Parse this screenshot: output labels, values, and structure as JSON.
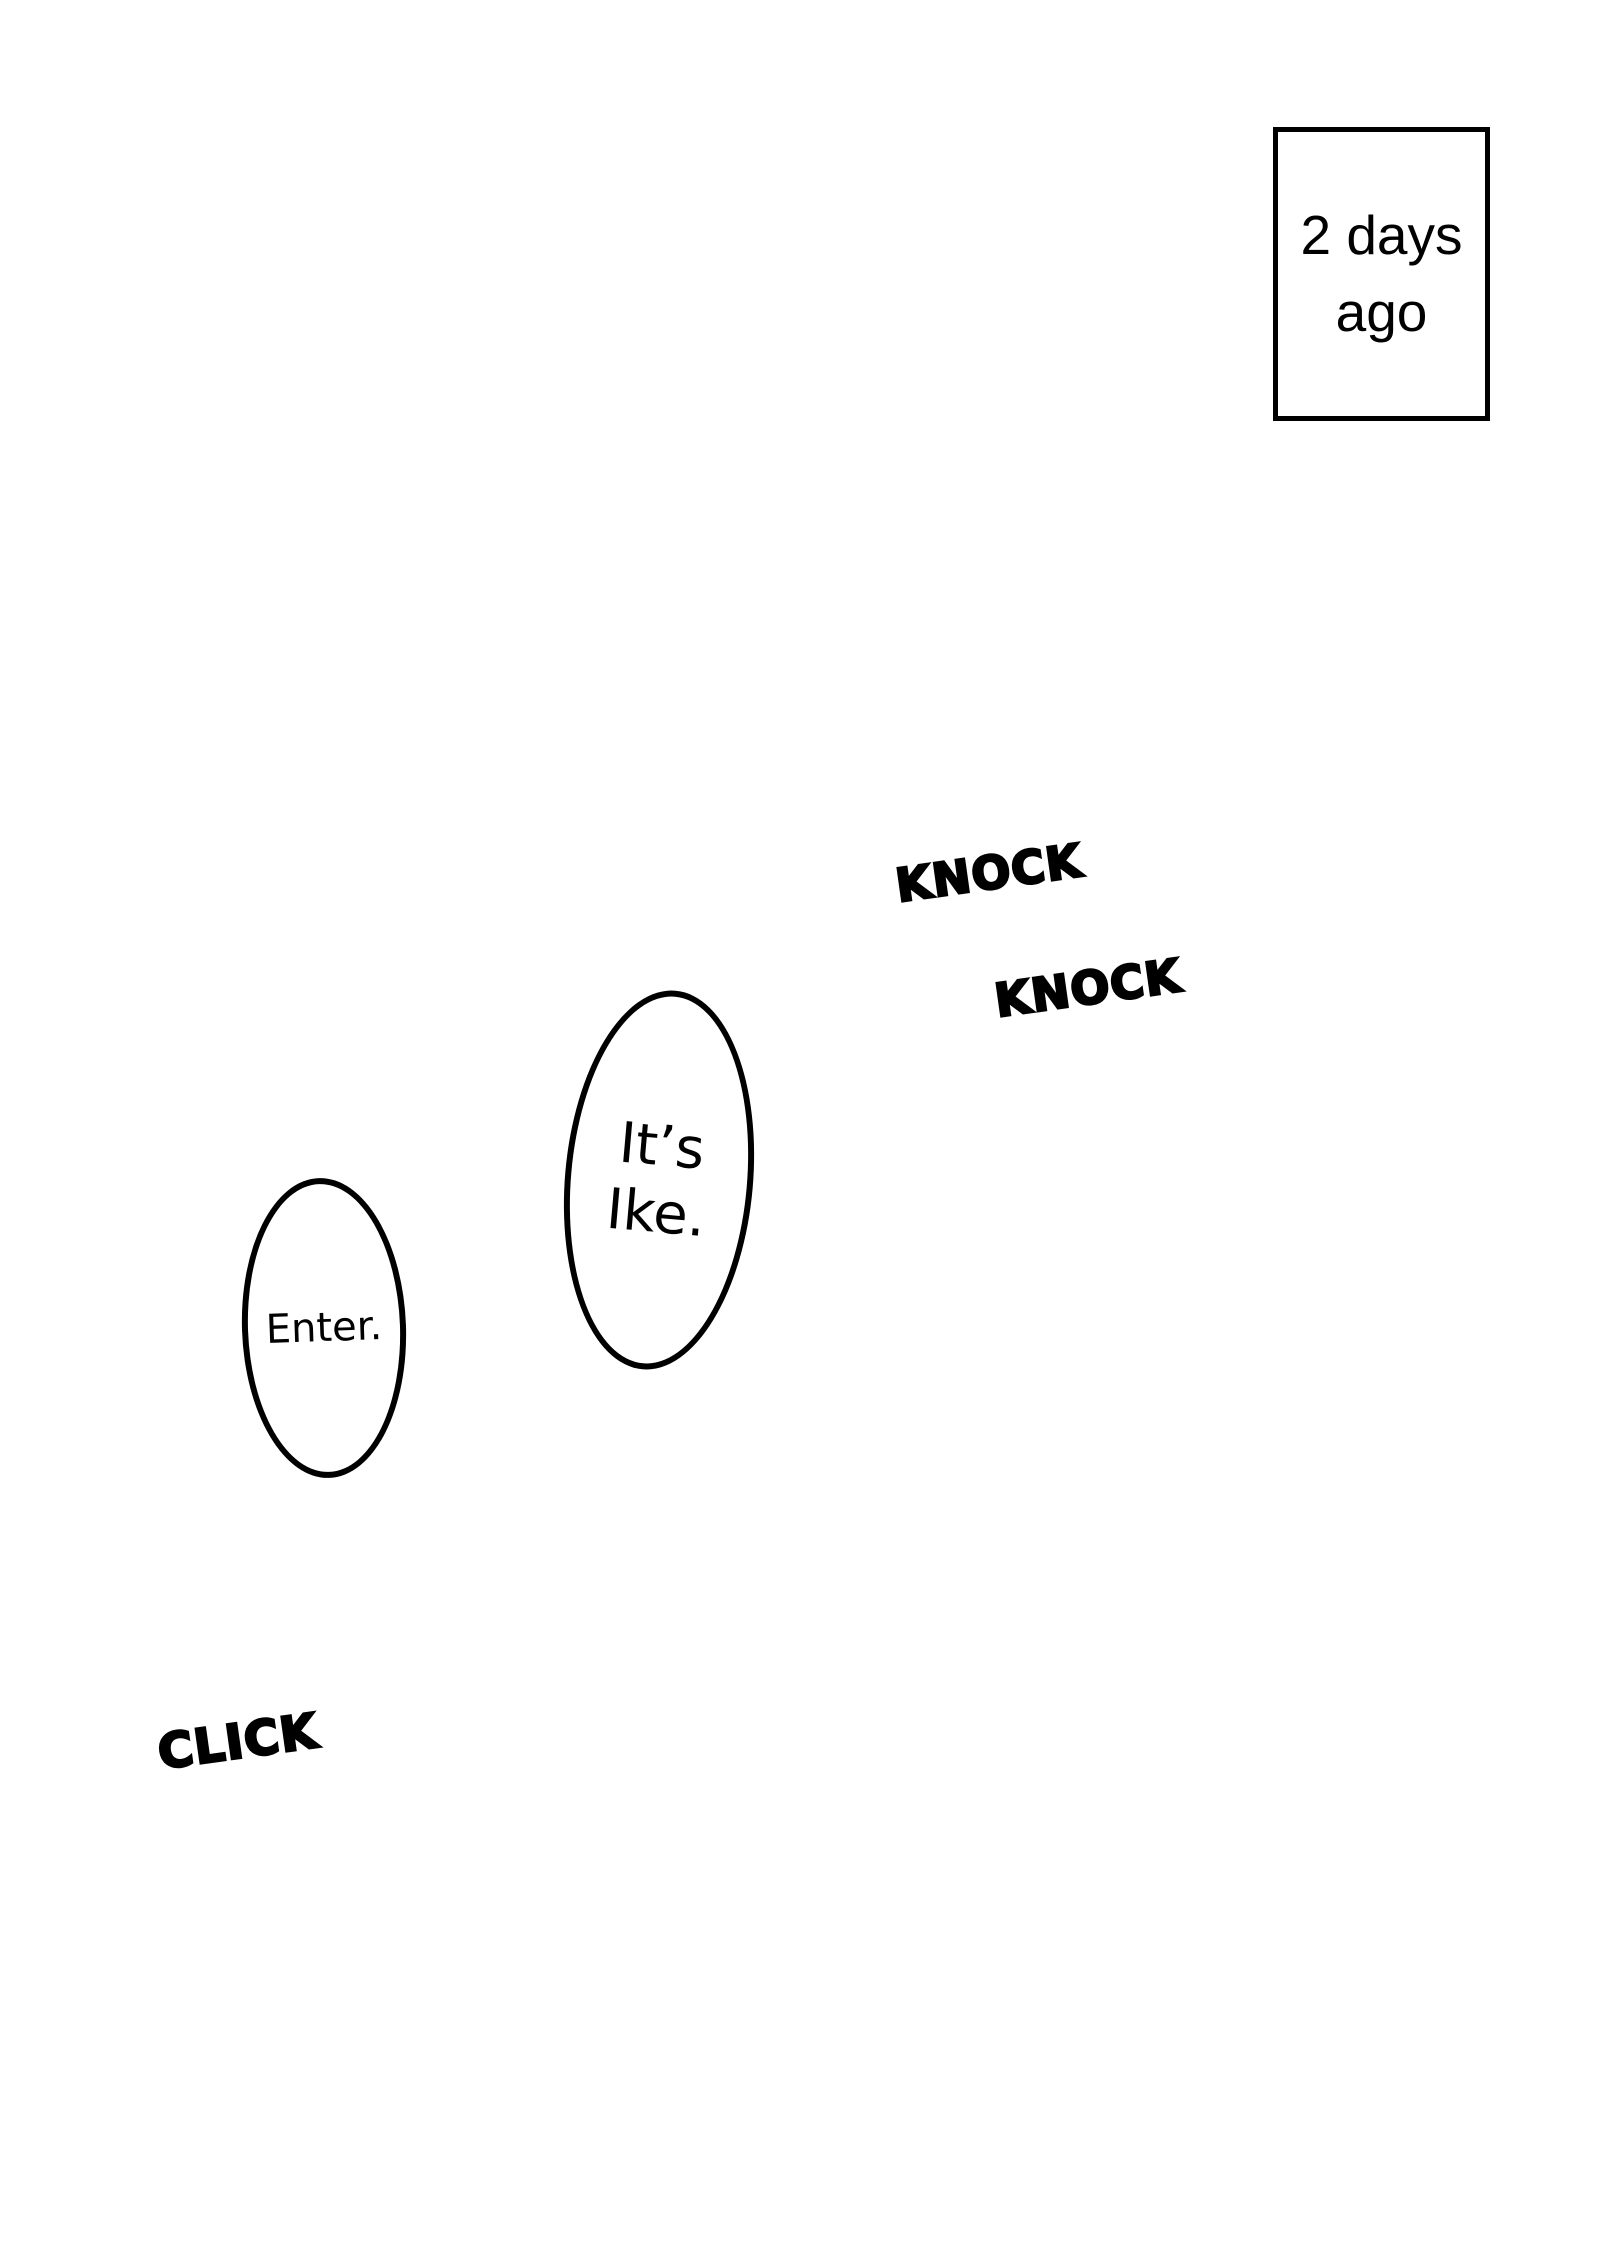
{
  "page": {
    "background": "#ffffff",
    "ink_color": "#000000"
  },
  "caption_box": {
    "text": "2 days ago",
    "lines": [
      "2 days",
      "ago"
    ]
  },
  "sfx": [
    {
      "name": "knock-1",
      "text": "KNOCK"
    },
    {
      "name": "knock-2",
      "text": "KNOCK"
    },
    {
      "name": "click",
      "text": "CLICK"
    }
  ],
  "speech_bubbles": [
    {
      "name": "its-ike",
      "text": "It’s Ike.",
      "lines": [
        "It’s",
        "Ike."
      ]
    },
    {
      "name": "enter",
      "text": "Enter.",
      "lines": [
        "Enter."
      ]
    }
  ]
}
